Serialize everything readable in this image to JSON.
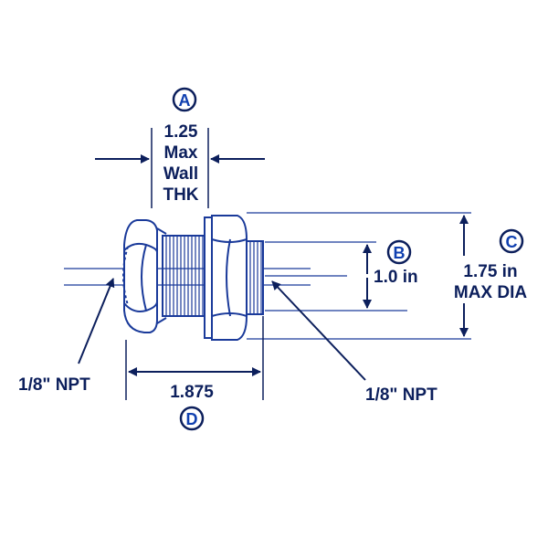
{
  "colors": {
    "ink": "#0c1f5c",
    "line": "#1a3a9a",
    "letter": "#1040b0"
  },
  "dimensions": {
    "A": {
      "letter": "A",
      "lines": [
        "1.25",
        "Max",
        "Wall",
        "THK"
      ]
    },
    "B": {
      "letter": "B",
      "value": "1.0 in"
    },
    "C": {
      "letter": "C",
      "lines": [
        "1.75 in",
        "MAX DIA"
      ]
    },
    "D": {
      "letter": "D",
      "value": "1.875"
    }
  },
  "callouts": {
    "left_port": "1/8\" NPT",
    "right_port": "1/8\" NPT"
  }
}
